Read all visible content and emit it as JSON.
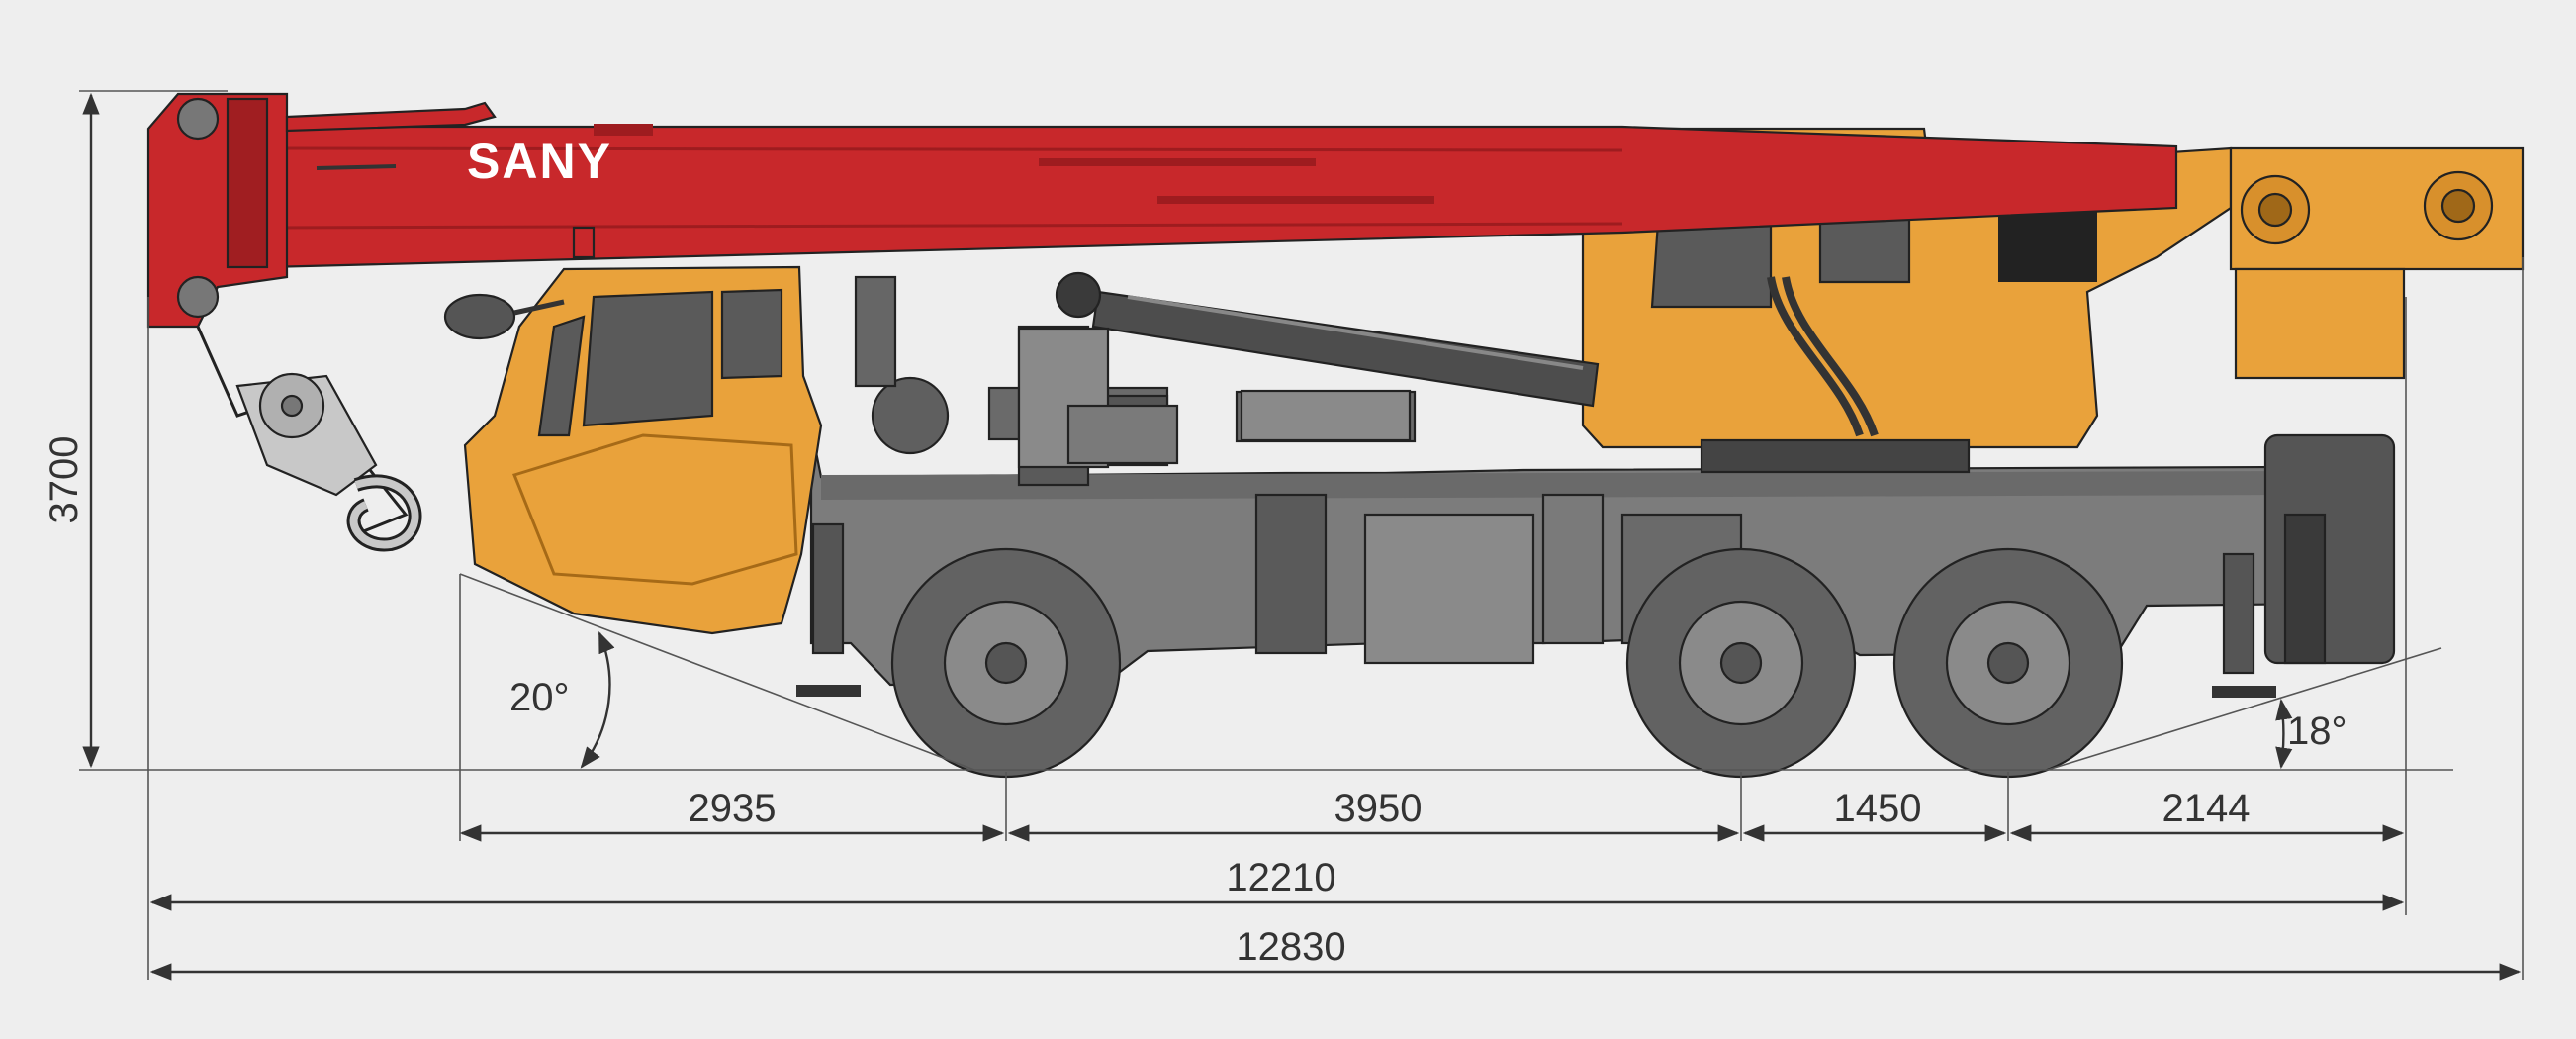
{
  "brand": {
    "logo_text": "SANY"
  },
  "colors": {
    "background": "#eeeeee",
    "boom_red": "#c8282b",
    "cab_orange": "#e9a23b",
    "chassis_gray": "#7c7c7c",
    "dark_gray": "#4a4a4a",
    "tire_gray": "#626262",
    "line": "#333333"
  },
  "dimensions": {
    "height": "3700",
    "front_overhang": "2935",
    "wheelbase_1_2": "3950",
    "wheelbase_2_3": "1450",
    "rear_overhang": "2144",
    "length_chassis": "12210",
    "length_overall": "12830",
    "approach_angle": "20°",
    "departure_angle": "18°"
  }
}
